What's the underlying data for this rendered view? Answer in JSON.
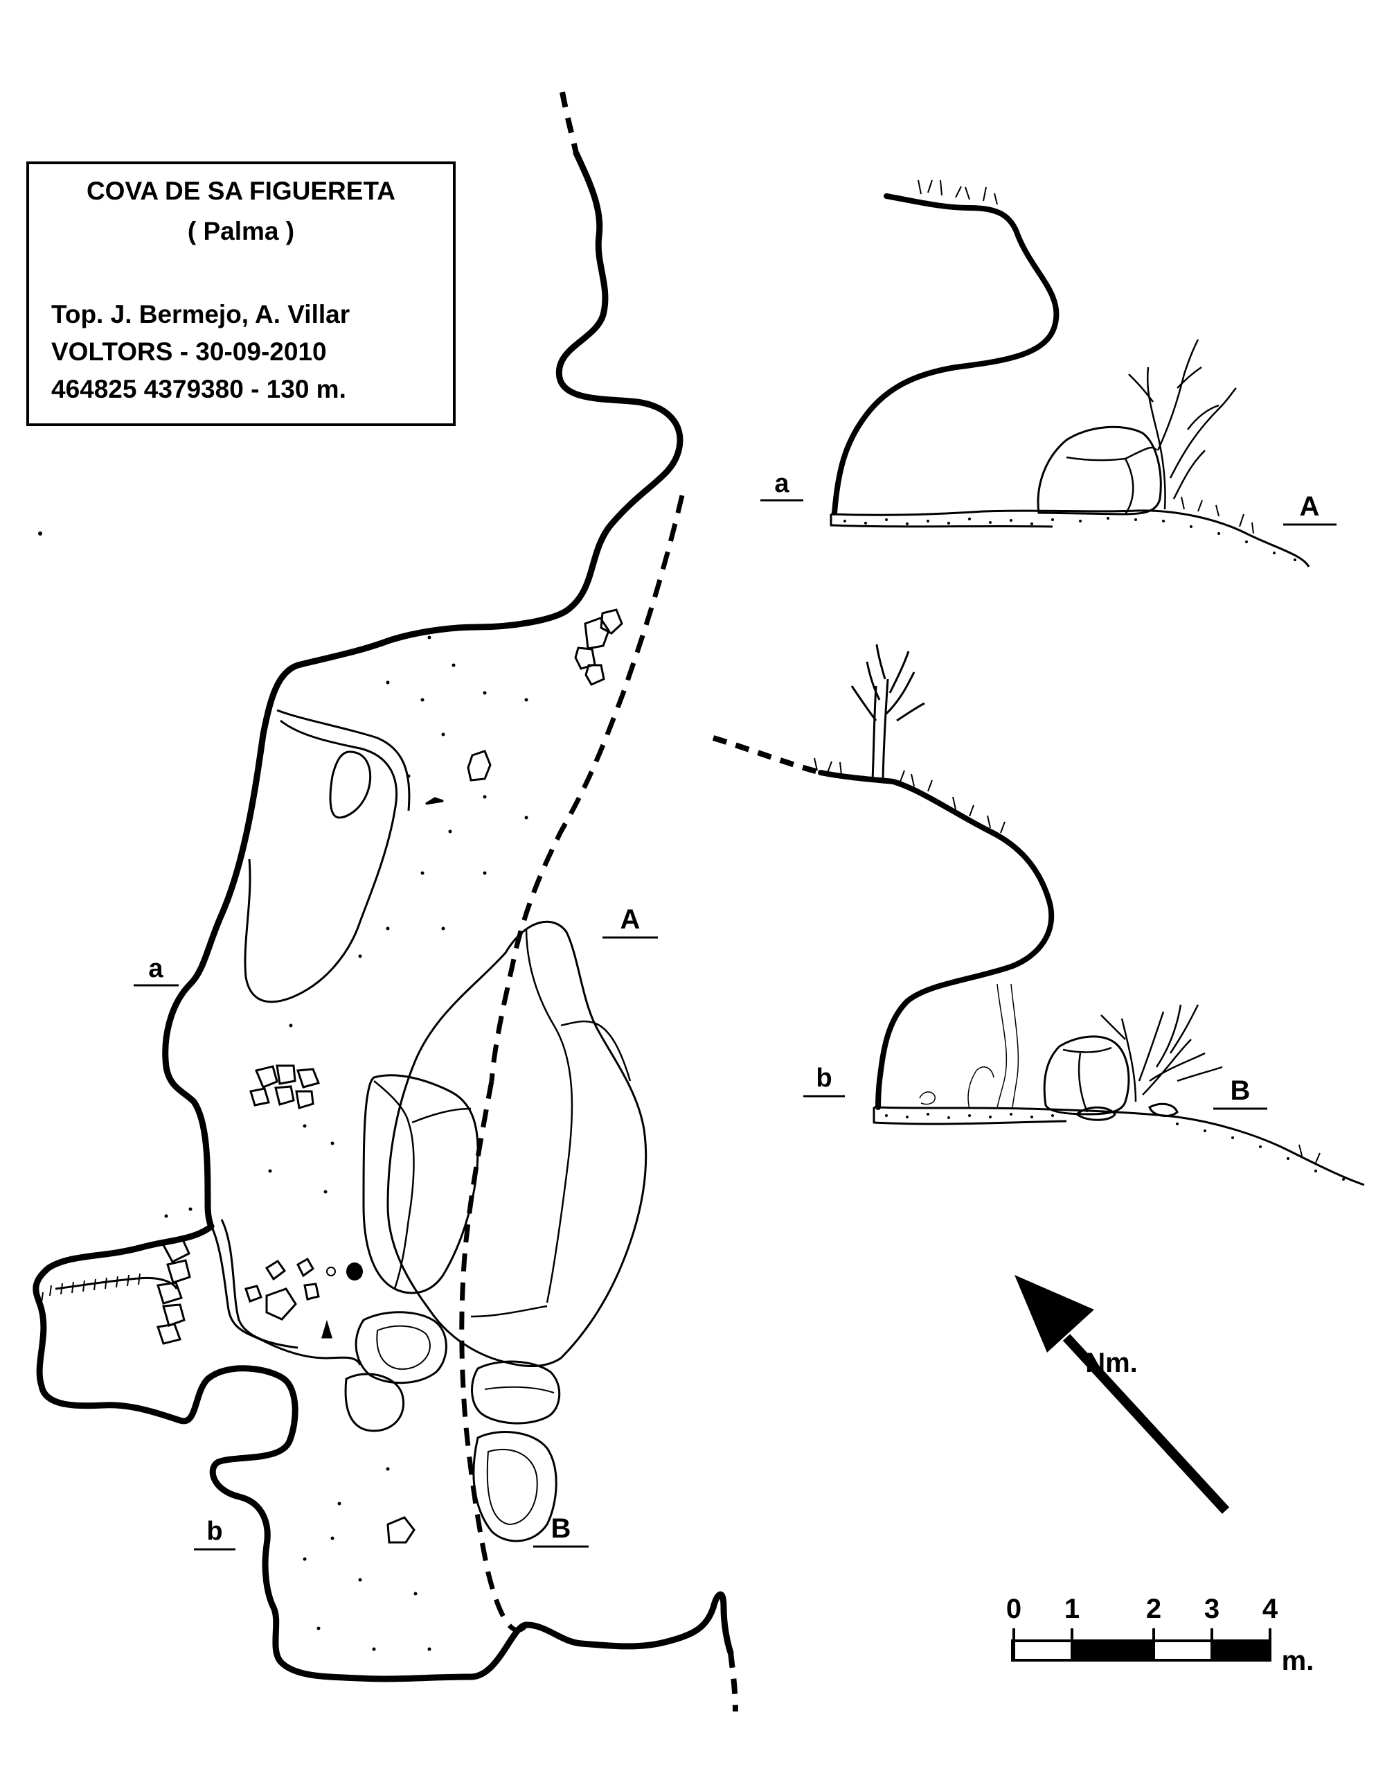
{
  "title_box": {
    "name": "COVA DE SA FIGUERETA",
    "municipality": "( Palma )",
    "topographers": "Top. J. Bermejo, A. Villar",
    "group_date": "VOLTORS - 30-09-2010",
    "coordinates": "464825 4379380 - 130  m."
  },
  "plan_labels": {
    "a": "a",
    "b": "b",
    "A": "A",
    "B": "B"
  },
  "section_labels": {
    "aA": {
      "left": "a",
      "right": "A"
    },
    "bB": {
      "left": "b",
      "right": "B"
    }
  },
  "north_arrow": {
    "label": "Nm."
  },
  "scale_bar": {
    "ticks": [
      "0",
      "1",
      "2",
      "3",
      "4"
    ],
    "unit": "m."
  },
  "colors": {
    "ink": "#000000",
    "paper": "#ffffff"
  }
}
